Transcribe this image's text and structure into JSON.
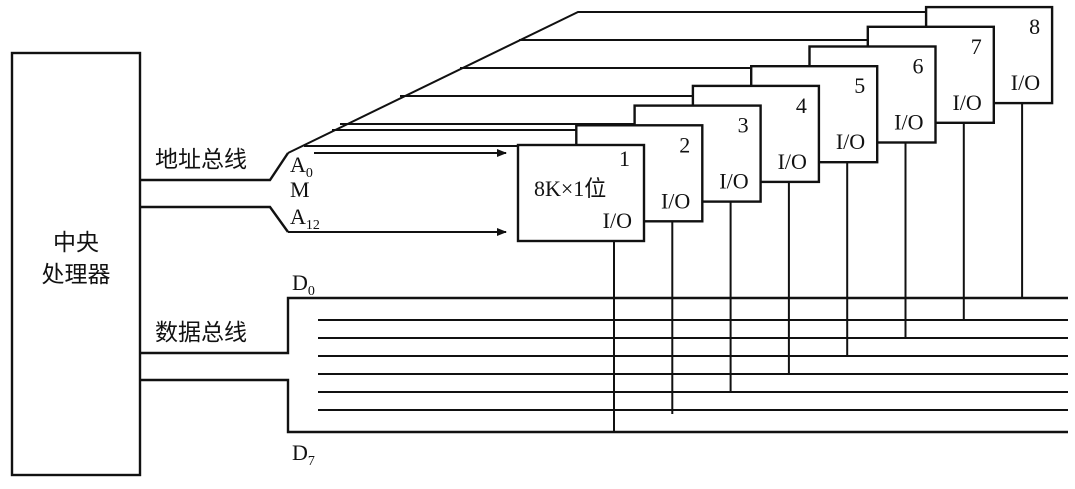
{
  "cpu": {
    "line1": "中央",
    "line2": "处理器"
  },
  "address_bus_label": "地址总线",
  "data_bus_label": "数据总线",
  "address_pins": {
    "a0": "A",
    "a0_sub": "0",
    "m": "M",
    "a12": "A",
    "a12_sub": "12"
  },
  "data_pins": {
    "d0": "D",
    "d0_sub": "0",
    "d7": "D",
    "d7_sub": "7"
  },
  "front_chip": {
    "number": "1",
    "capacity": "8K×1位",
    "io": "I/O"
  },
  "chips": [
    {
      "number": "2",
      "io": "I/O"
    },
    {
      "number": "3",
      "io": "I/O"
    },
    {
      "number": "4",
      "io": "I/O"
    },
    {
      "number": "5",
      "io": "I/O"
    },
    {
      "number": "6",
      "io": "I/O"
    },
    {
      "number": "7",
      "io": "I/O"
    },
    {
      "number": "8",
      "io": "I/O"
    }
  ]
}
